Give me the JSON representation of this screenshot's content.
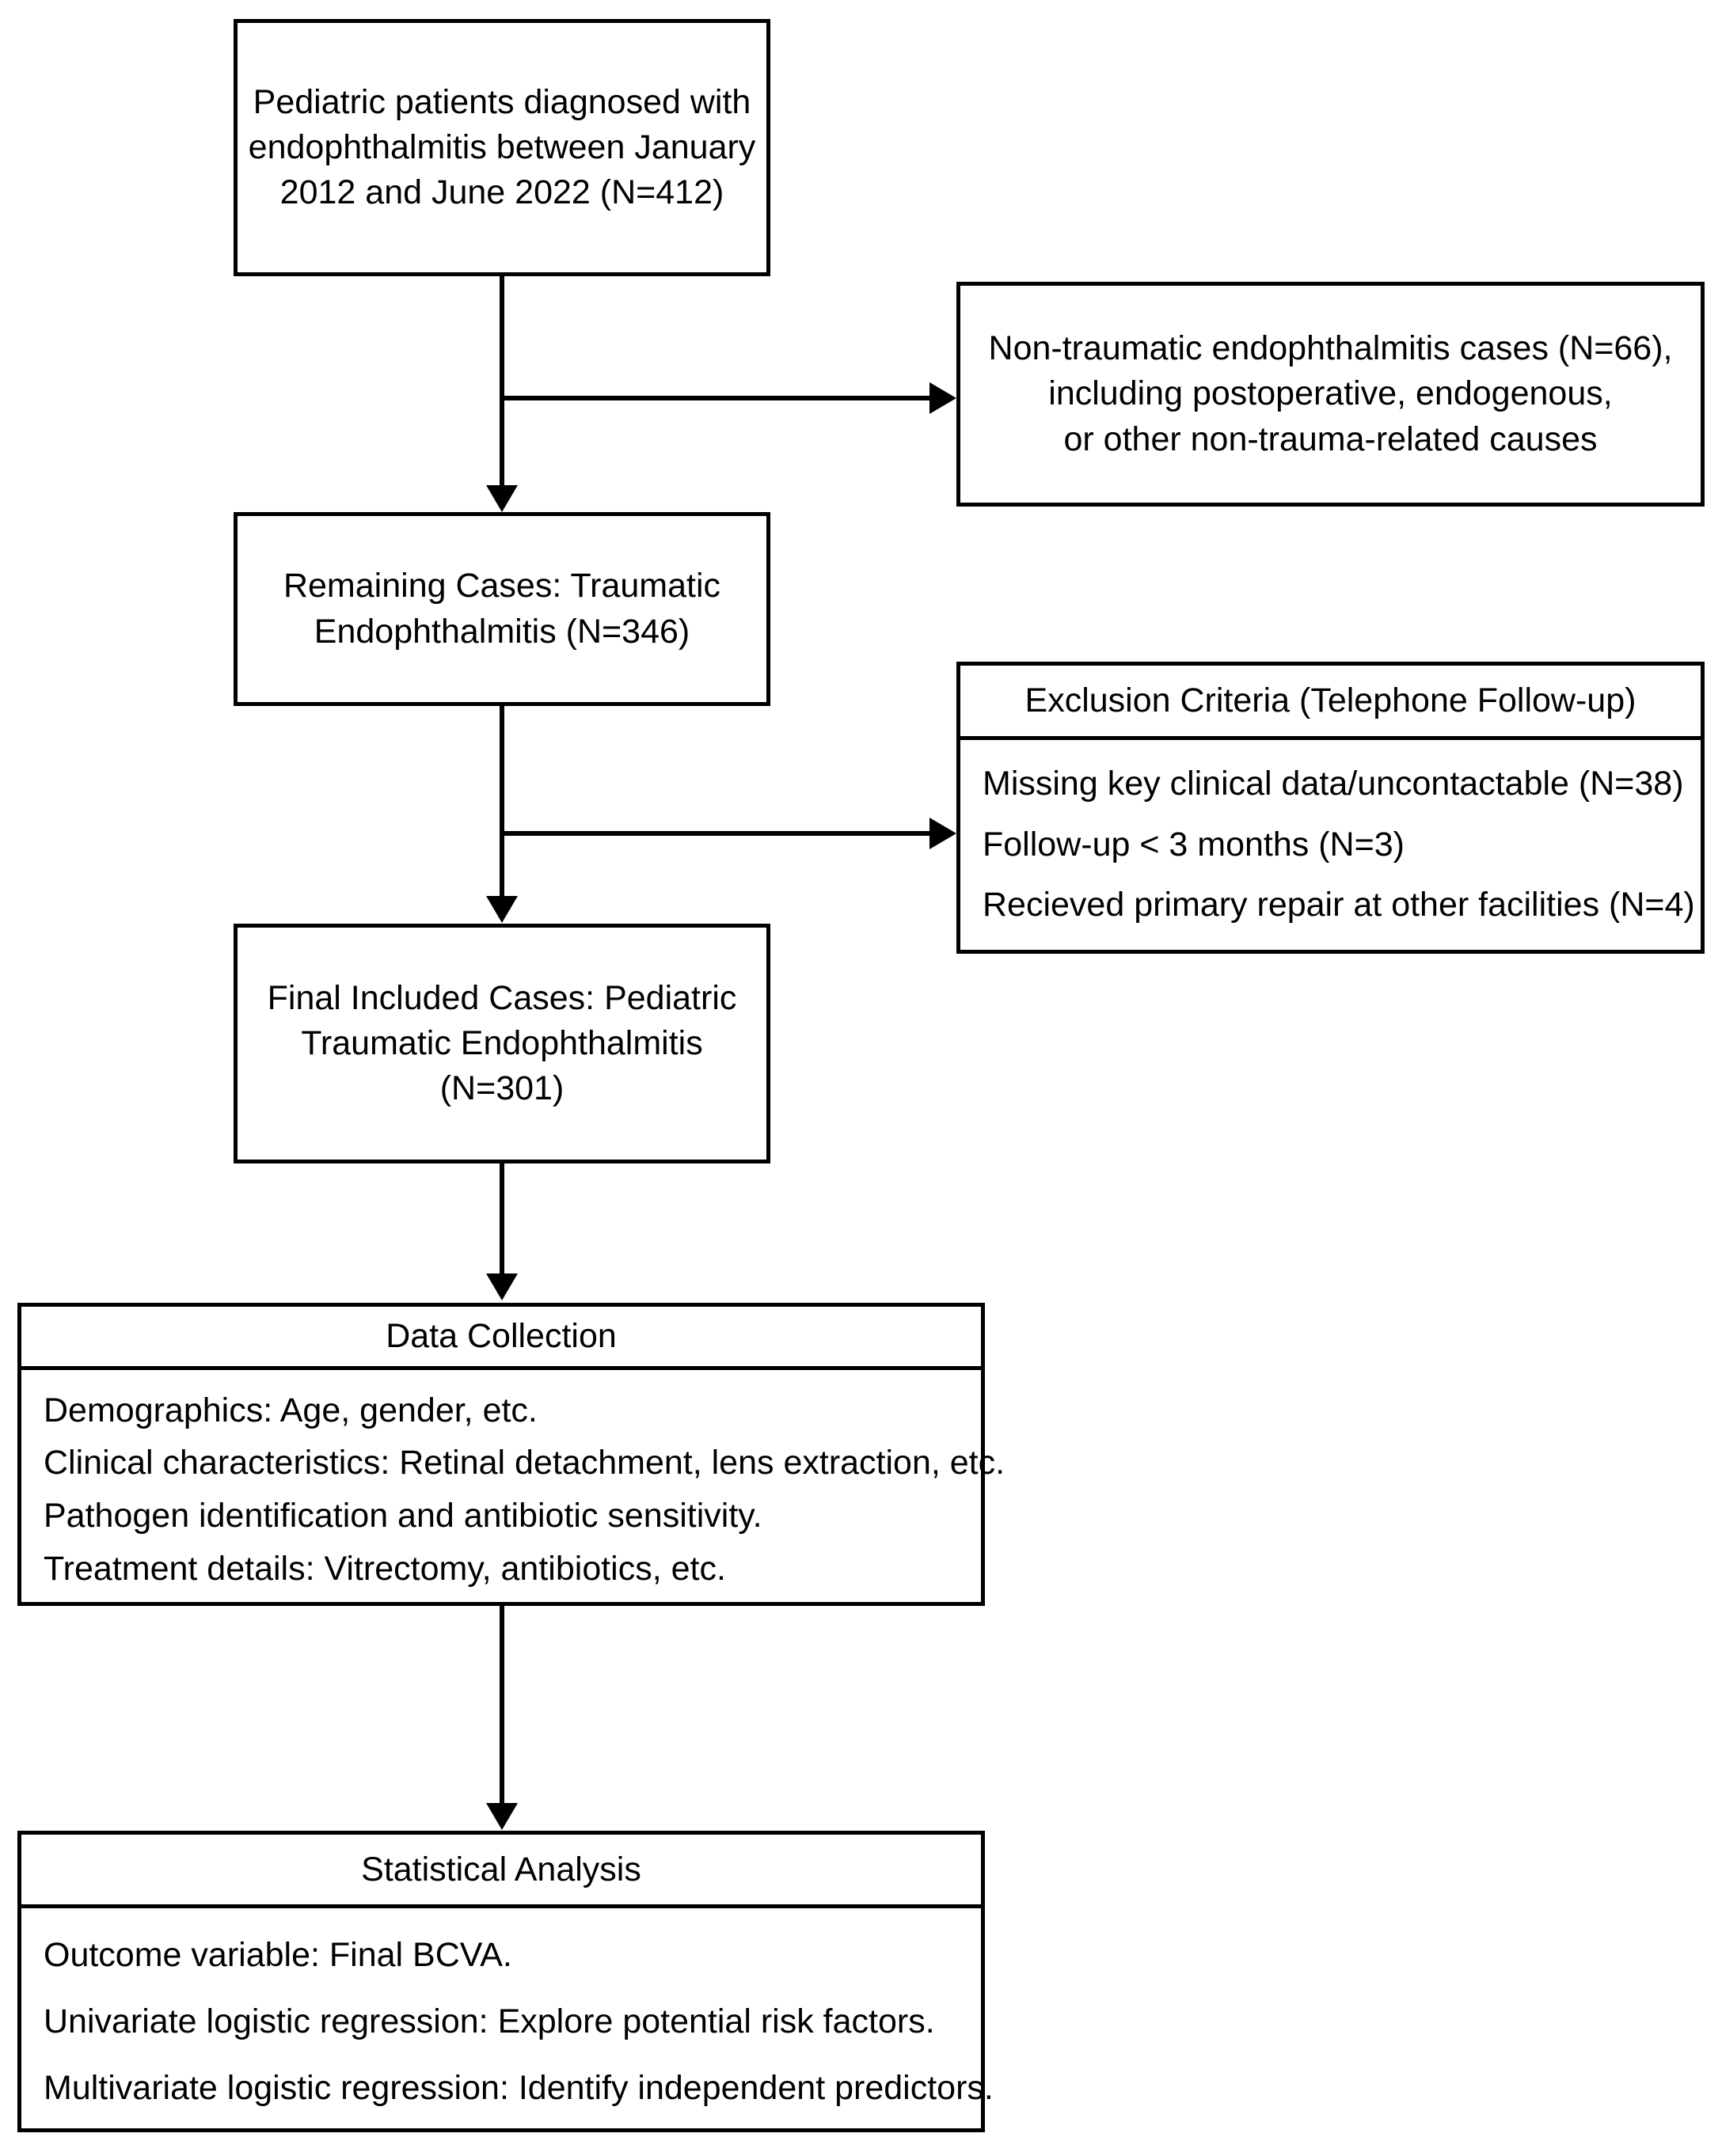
{
  "diagram": {
    "title": "Pediatric Traumatic Endophthalmitis Study Flowchart",
    "type": "flowchart",
    "boxes": {
      "enrollment": {
        "line1": "Pediatric patients diagnosed with",
        "line2": "endophthalmitis between January",
        "line3": "2012 and June 2022 (N=412)"
      },
      "excluded_nontraumatic": {
        "line1": "Non-traumatic endophthalmitis cases (N=66),",
        "line2": "including postoperative, endogenous,",
        "line3": "or other non-trauma-related causes"
      },
      "remaining": {
        "line1": "Remaining Cases: Traumatic",
        "line2": "Endophthalmitis (N=346)"
      },
      "exclusion_criteria": {
        "header": "Exclusion Criteria (Telephone Follow-up)",
        "items": [
          "Missing key clinical data/uncontactable (N=38)",
          "Follow-up < 3 months (N=3)",
          "Recieved primary repair at other facilities (N=4)"
        ]
      },
      "final_included": {
        "line1": "Final Included Cases: Pediatric",
        "line2": "Traumatic Endophthalmitis (N=301)"
      },
      "data_collection": {
        "header": "Data Collection",
        "items": [
          "Demographics: Age, gender, etc.",
          "Clinical characteristics: Retinal detachment, lens extraction, etc.",
          "Pathogen identification and antibiotic sensitivity.",
          "Treatment details: Vitrectomy, antibiotics, etc."
        ]
      },
      "statistical_analysis": {
        "header": "Statistical Analysis",
        "items": [
          "Outcome variable: Final BCVA.",
          "Univariate logistic regression: Explore potential risk factors.",
          "Multivariate logistic regression: Identify independent predictors."
        ]
      }
    },
    "counts": {
      "total_diagnosed": 412,
      "non_traumatic_excluded": 66,
      "remaining_traumatic": 346,
      "missing_data_or_uncontactable": 38,
      "followup_under_3_months": 3,
      "repair_at_other_facilities": 4,
      "final_included": 301
    },
    "colors": {
      "stroke": "#000000",
      "background": "#ffffff",
      "text": "#000000"
    }
  }
}
